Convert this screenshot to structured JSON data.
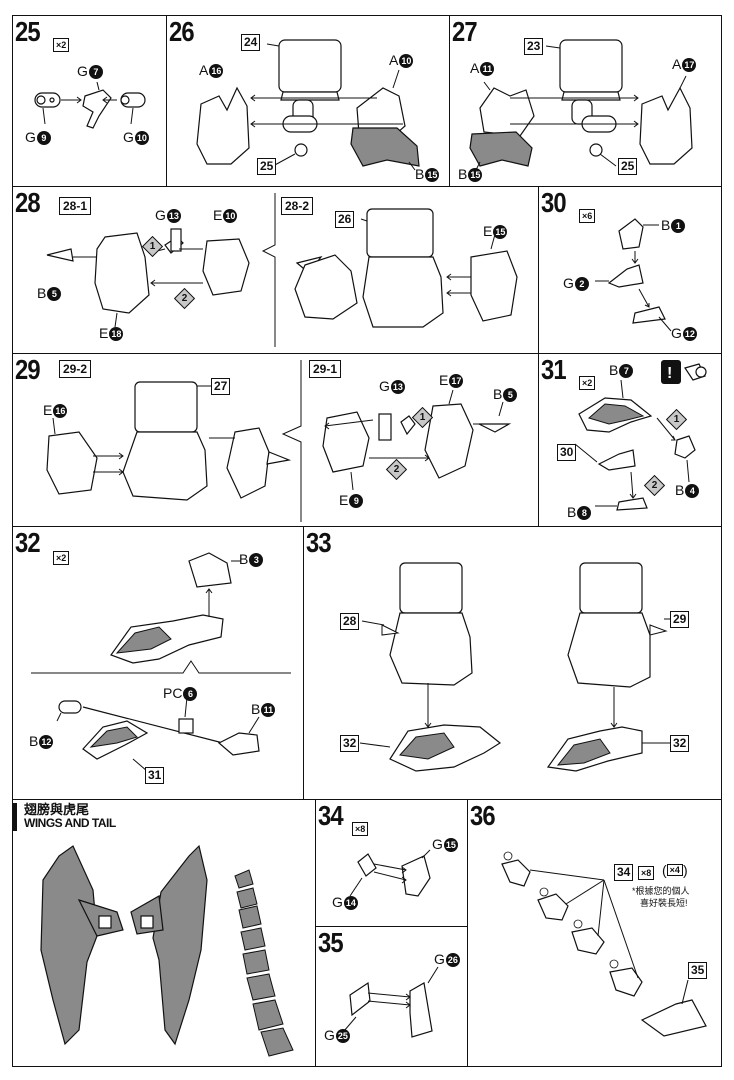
{
  "steps": {
    "s25": {
      "num": "25",
      "mult": "×2",
      "labels": [
        "G7",
        "G9",
        "G10"
      ]
    },
    "s26": {
      "num": "26",
      "labels": [
        "A16",
        "A10",
        "B15"
      ],
      "refs": [
        "24",
        "25"
      ]
    },
    "s27": {
      "num": "27",
      "labels": [
        "A11",
        "A17",
        "B15"
      ],
      "refs": [
        "23",
        "25"
      ]
    },
    "s28": {
      "num": "28",
      "sub1": "28-1",
      "sub2": "28-2",
      "labels": [
        "G13",
        "E10",
        "B5",
        "E18",
        "E15"
      ],
      "refs": [
        "26"
      ],
      "order": [
        "1",
        "2"
      ]
    },
    "s29": {
      "num": "29",
      "sub1": "29-2",
      "sub2": "29-1",
      "labels": [
        "E16",
        "G13",
        "E17",
        "B5",
        "E9"
      ],
      "refs": [
        "27"
      ],
      "order": [
        "1",
        "2"
      ]
    },
    "s30": {
      "num": "30",
      "mult": "×6",
      "labels": [
        "B1",
        "G2",
        "G12"
      ]
    },
    "s31": {
      "num": "31",
      "mult": "×2",
      "labels": [
        "B7",
        "B4",
        "B8"
      ],
      "refs": [
        "30"
      ],
      "order": [
        "1",
        "2"
      ]
    },
    "s32": {
      "num": "32",
      "mult": "×2",
      "labels": [
        "B3",
        "PC6",
        "B11",
        "B12"
      ],
      "refs": [
        "31"
      ]
    },
    "s33": {
      "num": "33",
      "refs": [
        "28",
        "29",
        "32",
        "32"
      ]
    },
    "s34": {
      "num": "34",
      "mult": "×8",
      "labels": [
        "G15",
        "G14"
      ]
    },
    "s35": {
      "num": "35",
      "labels": [
        "G26",
        "G25"
      ]
    },
    "s36": {
      "num": "36",
      "refs": [
        "34",
        "35"
      ],
      "mult_a": "×8",
      "mult_b": "×4",
      "note_line1": "*根據您的個人",
      "note_line2": "喜好裝長短!"
    }
  },
  "section": {
    "title_cn": "翅膀與虎尾",
    "title_en": "WINGS AND TAIL"
  },
  "colors": {
    "line": "#111111",
    "shade": "#8a8a8a",
    "light": "#c8c8c8"
  }
}
